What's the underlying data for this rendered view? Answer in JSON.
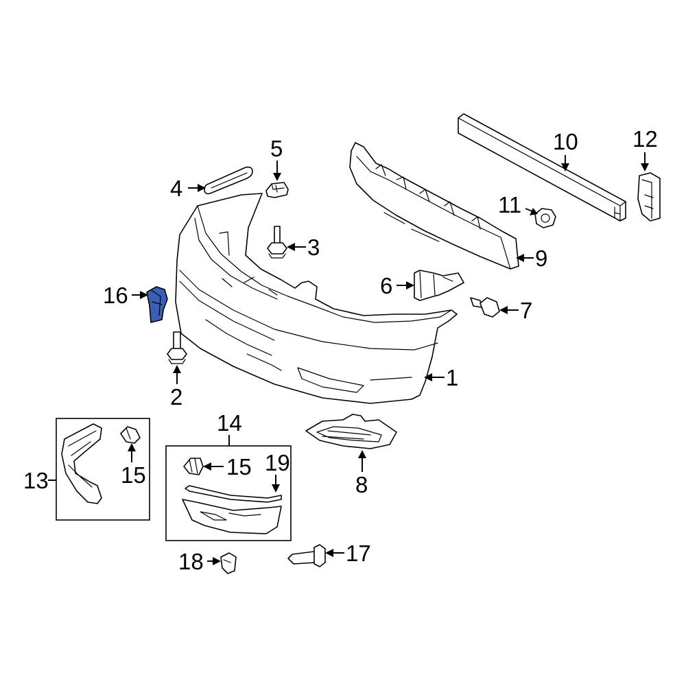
{
  "highlight_color": "#3a5fb4",
  "line_color": "#000000",
  "background_color": "#ffffff",
  "callouts": {
    "c1": "1",
    "c2": "2",
    "c3": "3",
    "c4": "4",
    "c5": "5",
    "c6": "6",
    "c7": "7",
    "c8": "8",
    "c9": "9",
    "c10": "10",
    "c11": "11",
    "c12": "12",
    "c13": "13",
    "c14": "14",
    "c15a": "15",
    "c15b": "15",
    "c16": "16",
    "c17": "17",
    "c18": "18",
    "c19": "19"
  }
}
